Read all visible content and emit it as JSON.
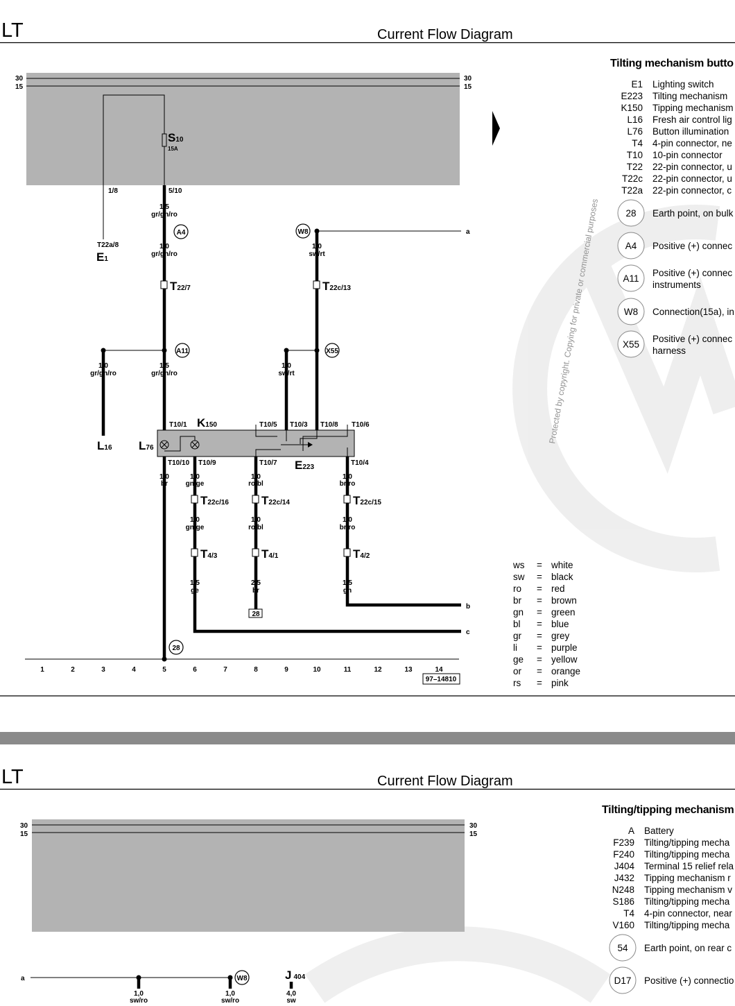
{
  "page1": {
    "brand": "LT",
    "title": "Current Flow Diagram",
    "legend_title": "Tilting mechanism butto",
    "legend_items": [
      {
        "code": "E1",
        "desc": "Lighting switch"
      },
      {
        "code": "E223",
        "desc": "Tilting mechanism"
      },
      {
        "code": "K150",
        "desc": "Tipping mechanism"
      },
      {
        "code": "L16",
        "desc": "Fresh air control lig"
      },
      {
        "code": "L76",
        "desc": "Button illumination"
      },
      {
        "code": "T4",
        "desc": "4-pin connector, ne"
      },
      {
        "code": "T10",
        "desc": "10-pin connector"
      },
      {
        "code": "T22",
        "desc": "22-pin connector, u"
      },
      {
        "code": "T22c",
        "desc": "22-pin connector, u"
      },
      {
        "code": "T22a",
        "desc": "22-pin connector, c"
      }
    ],
    "legend_points": [
      {
        "code": "28",
        "desc": "Earth point, on bulk",
        "desc2": ""
      },
      {
        "code": "A4",
        "desc": "Positive (+) connec",
        "desc2": ""
      },
      {
        "code": "A11",
        "desc": "Positive (+) connec",
        "desc2": "instruments"
      },
      {
        "code": "W8",
        "desc": "Connection(15a), in",
        "desc2": ""
      },
      {
        "code": "X55",
        "desc": "Positive (+) connec",
        "desc2": "harness"
      }
    ],
    "colour_codes": [
      {
        "abbr": "ws",
        "eq": "=",
        "name": "white"
      },
      {
        "abbr": "sw",
        "eq": "=",
        "name": "black"
      },
      {
        "abbr": "ro",
        "eq": "=",
        "name": "red"
      },
      {
        "abbr": "br",
        "eq": "=",
        "name": "brown"
      },
      {
        "abbr": "gn",
        "eq": "=",
        "name": "green"
      },
      {
        "abbr": "bl",
        "eq": "=",
        "name": "blue"
      },
      {
        "abbr": "gr",
        "eq": "=",
        "name": "grey"
      },
      {
        "abbr": "li",
        "eq": "=",
        "name": "purple"
      },
      {
        "abbr": "ge",
        "eq": "=",
        "name": "yellow"
      },
      {
        "abbr": "or",
        "eq": "=",
        "name": "orange"
      },
      {
        "abbr": "rs",
        "eq": "=",
        "name": "pink"
      }
    ],
    "diagram": {
      "t30": "30",
      "t15": "15",
      "fuse": "S",
      "fuse_sub": "10",
      "fuse_amp": "15A",
      "pin_1_8": "1/8",
      "pin_5_10": "5/10",
      "w1": [
        "1,5",
        "gr/gn/ro"
      ],
      "w2": [
        "1,0",
        "gr/gn/ro"
      ],
      "w3": [
        "1,0",
        "sw/rt"
      ],
      "w4": [
        "1,0",
        "gr/gn/ro"
      ],
      "w5": [
        "1,5",
        "gr/gn/ro"
      ],
      "w6": [
        "1,0",
        "sw/rt"
      ],
      "t22a8": "T22a/8",
      "e1": "E",
      "e1_sub": "1",
      "t22_7": "T",
      "t22_7_sub": "22/7",
      "t22c_13": "T",
      "t22c_13_sub": "22c/13",
      "a4": "A4",
      "w8": "W8",
      "a11": "A11",
      "x55": "X55",
      "line_a": "a",
      "line_b": "b",
      "line_c": "c",
      "k150": "K",
      "k150_sub": "150",
      "l16": "L",
      "l16_sub": "16",
      "l76": "L",
      "l76_sub": "76",
      "e223": "E",
      "e223_sub": "223",
      "t10_1": "T10/1",
      "t10_5": "T10/5",
      "t10_3": "T10/3",
      "t10_8": "T10/8",
      "t10_6": "T10/6",
      "t10_10": "T10/10",
      "t10_9": "T10/9",
      "t10_7": "T10/7",
      "t10_4": "T10/4",
      "b1": [
        "1,0",
        "br"
      ],
      "b2": [
        "1,0",
        "gn/ge"
      ],
      "b3": [
        "1,0",
        "ro/bl"
      ],
      "b4": [
        "1,0",
        "br/ro"
      ],
      "t22c_16": "22c/16",
      "t22c_14": "22c/14",
      "t22c_15": "22c/15",
      "T": "T",
      "c2": [
        "1,0",
        "gn/ge"
      ],
      "c3": [
        "1,0",
        "ro/bl"
      ],
      "c4": [
        "1,0",
        "br/ro"
      ],
      "t4_3": "4/3",
      "t4_1": "4/1",
      "t4_2": "4/2",
      "d2": [
        "1,5",
        "ge"
      ],
      "d3": [
        "2,5",
        "br"
      ],
      "d4": [
        "1,5",
        "gn"
      ],
      "earth_box": "28",
      "earth_circle": "28",
      "columns": [
        "1",
        "2",
        "3",
        "4",
        "5",
        "6",
        "7",
        "8",
        "9",
        "10",
        "11",
        "12",
        "13",
        "14"
      ],
      "ref": "97–14810"
    }
  },
  "page2": {
    "brand": "LT",
    "title": "Current Flow Diagram",
    "legend_title": "Tilting/tipping mechanism",
    "legend_items": [
      {
        "code": "A",
        "desc": "Battery"
      },
      {
        "code": "F239",
        "desc": "Tilting/tipping mecha"
      },
      {
        "code": "F240",
        "desc": "Tilting/tipping mecha"
      },
      {
        "code": "J404",
        "desc": "Terminal 15 relief rela"
      },
      {
        "code": "J432",
        "desc": "Tipping mechanism r"
      },
      {
        "code": "N248",
        "desc": "Tipping mechanism v"
      },
      {
        "code": "S186",
        "desc": "Tilting/tipping mecha"
      },
      {
        "code": "T4",
        "desc": "4-pin connector, near"
      },
      {
        "code": "V160",
        "desc": "Tilting/tipping mecha"
      }
    ],
    "legend_points": [
      {
        "code": "54",
        "desc": "Earth point, on rear c"
      },
      {
        "code": "D17",
        "desc": "Positive (+) connectio"
      }
    ],
    "diagram": {
      "t30": "30",
      "t15": "15",
      "line_a": "a",
      "w1": [
        "1,0",
        "sw/ro"
      ],
      "w2": [
        "1,0",
        "sw/ro"
      ],
      "w8": "W8",
      "j404": "J",
      "j404_sub": "404",
      "w3": [
        "4,0",
        "sw"
      ]
    }
  },
  "watermark": "Protected by copyright. Copying for private or commercial purposes, in part or in whole, is not permitted unless authorised by Volkswagen AG"
}
